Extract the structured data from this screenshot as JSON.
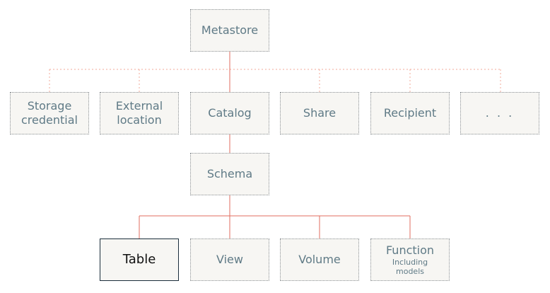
{
  "colors": {
    "solid_line": "#e06d5f",
    "dotted_line": "#f0a89a",
    "node_text": "#5f7a86",
    "node_fill": "#f7f6f3",
    "selected_border": "#1b2e3c"
  },
  "nodes": {
    "metastore": {
      "label": "Metastore"
    },
    "storage_credential": {
      "line1": "Storage",
      "line2": "credential"
    },
    "external_location": {
      "line1": "External",
      "line2": "location"
    },
    "catalog": {
      "label": "Catalog"
    },
    "share": {
      "label": "Share"
    },
    "recipient": {
      "label": "Recipient"
    },
    "more": {
      "label": ". . ."
    },
    "schema": {
      "label": "Schema"
    },
    "table": {
      "label": "Table"
    },
    "view": {
      "label": "View"
    },
    "volume": {
      "label": "Volume"
    },
    "function": {
      "label": "Function",
      "sub1": "Including",
      "sub2": "models"
    }
  }
}
